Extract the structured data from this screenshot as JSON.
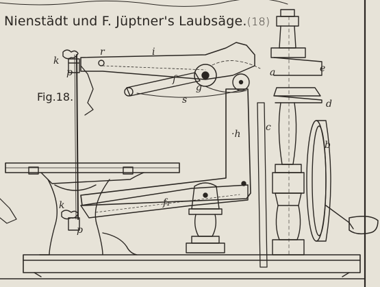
{
  "caption": {
    "title": "Nienstädt und F. Jüptner's Laubsäge.",
    "ref": "(18)"
  },
  "figure": {
    "label": "Fig.18."
  },
  "parts": [
    {
      "id": "k_top",
      "text": "k"
    },
    {
      "id": "p_top",
      "text": "p"
    },
    {
      "id": "r",
      "text": "r"
    },
    {
      "id": "i",
      "text": "i"
    },
    {
      "id": "f",
      "text": "f"
    },
    {
      "id": "g",
      "text": "g"
    },
    {
      "id": "s",
      "text": "s"
    },
    {
      "id": "a",
      "text": "a"
    },
    {
      "id": "e",
      "text": "e"
    },
    {
      "id": "d",
      "text": "d"
    },
    {
      "id": "h",
      "text": "·h"
    },
    {
      "id": "c",
      "text": "c"
    },
    {
      "id": "b",
      "text": "b"
    },
    {
      "id": "f1",
      "text": "f₁"
    },
    {
      "id": "k_bottom",
      "text": "k"
    },
    {
      "id": "p_bottom",
      "text": "p"
    }
  ],
  "colors": {
    "paper": "#e7e3d8",
    "ink": "#2a2622"
  }
}
